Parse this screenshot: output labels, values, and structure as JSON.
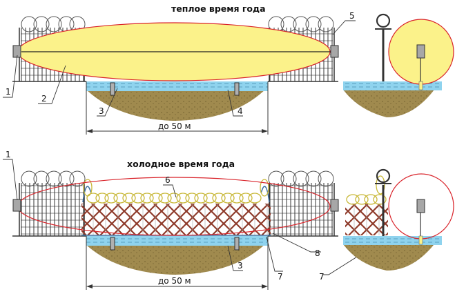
{
  "titles": {
    "warm": "теплое время года",
    "cold": "холодное время года"
  },
  "dimensions": {
    "top": "до 50 м",
    "bottom": "до 50 м"
  },
  "callouts": {
    "top": [
      "1",
      "2",
      "3",
      "4",
      "5"
    ],
    "bottom": [
      "1",
      "6",
      "3",
      "7",
      "8",
      "7"
    ]
  },
  "colors": {
    "detection_zone_fill": "#fbf28a",
    "detection_zone_outline": "#d9232a",
    "water": "#8fd3ee",
    "soil": "#a08a4e",
    "fence": "#333333",
    "sensor": "#a7a7a7",
    "coil": "#eae36c",
    "barrier": "#8e3a2a"
  }
}
